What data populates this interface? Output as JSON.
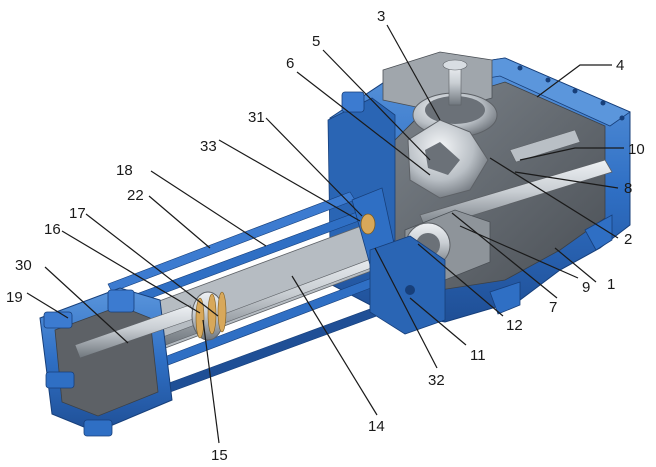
{
  "diagram": {
    "callouts": [
      {
        "id": "1",
        "label": "1"
      },
      {
        "id": "2",
        "label": "2"
      },
      {
        "id": "3",
        "label": "3"
      },
      {
        "id": "4",
        "label": "4"
      },
      {
        "id": "5",
        "label": "5"
      },
      {
        "id": "6",
        "label": "6"
      },
      {
        "id": "7",
        "label": "7"
      },
      {
        "id": "8",
        "label": "8"
      },
      {
        "id": "9",
        "label": "9"
      },
      {
        "id": "10",
        "label": "10"
      },
      {
        "id": "11",
        "label": "11"
      },
      {
        "id": "12",
        "label": "12"
      },
      {
        "id": "14",
        "label": "14"
      },
      {
        "id": "15",
        "label": "15"
      },
      {
        "id": "16",
        "label": "16"
      },
      {
        "id": "17",
        "label": "17"
      },
      {
        "id": "18",
        "label": "18"
      },
      {
        "id": "19",
        "label": "19"
      },
      {
        "id": "22",
        "label": "22"
      },
      {
        "id": "30",
        "label": "30"
      },
      {
        "id": "31",
        "label": "31"
      },
      {
        "id": "32",
        "label": "32"
      },
      {
        "id": "33",
        "label": "33"
      }
    ],
    "colors": {
      "body_blue": "#2f6fc4",
      "body_blue_dark": "#1f4f96",
      "body_blue_light": "#5b96dc",
      "interior_grey": "#9aa0a6",
      "interior_dark": "#5d6166",
      "steel": "#c9ced3",
      "steel_dark": "#7d848b",
      "label": "#1a1a1a"
    }
  }
}
